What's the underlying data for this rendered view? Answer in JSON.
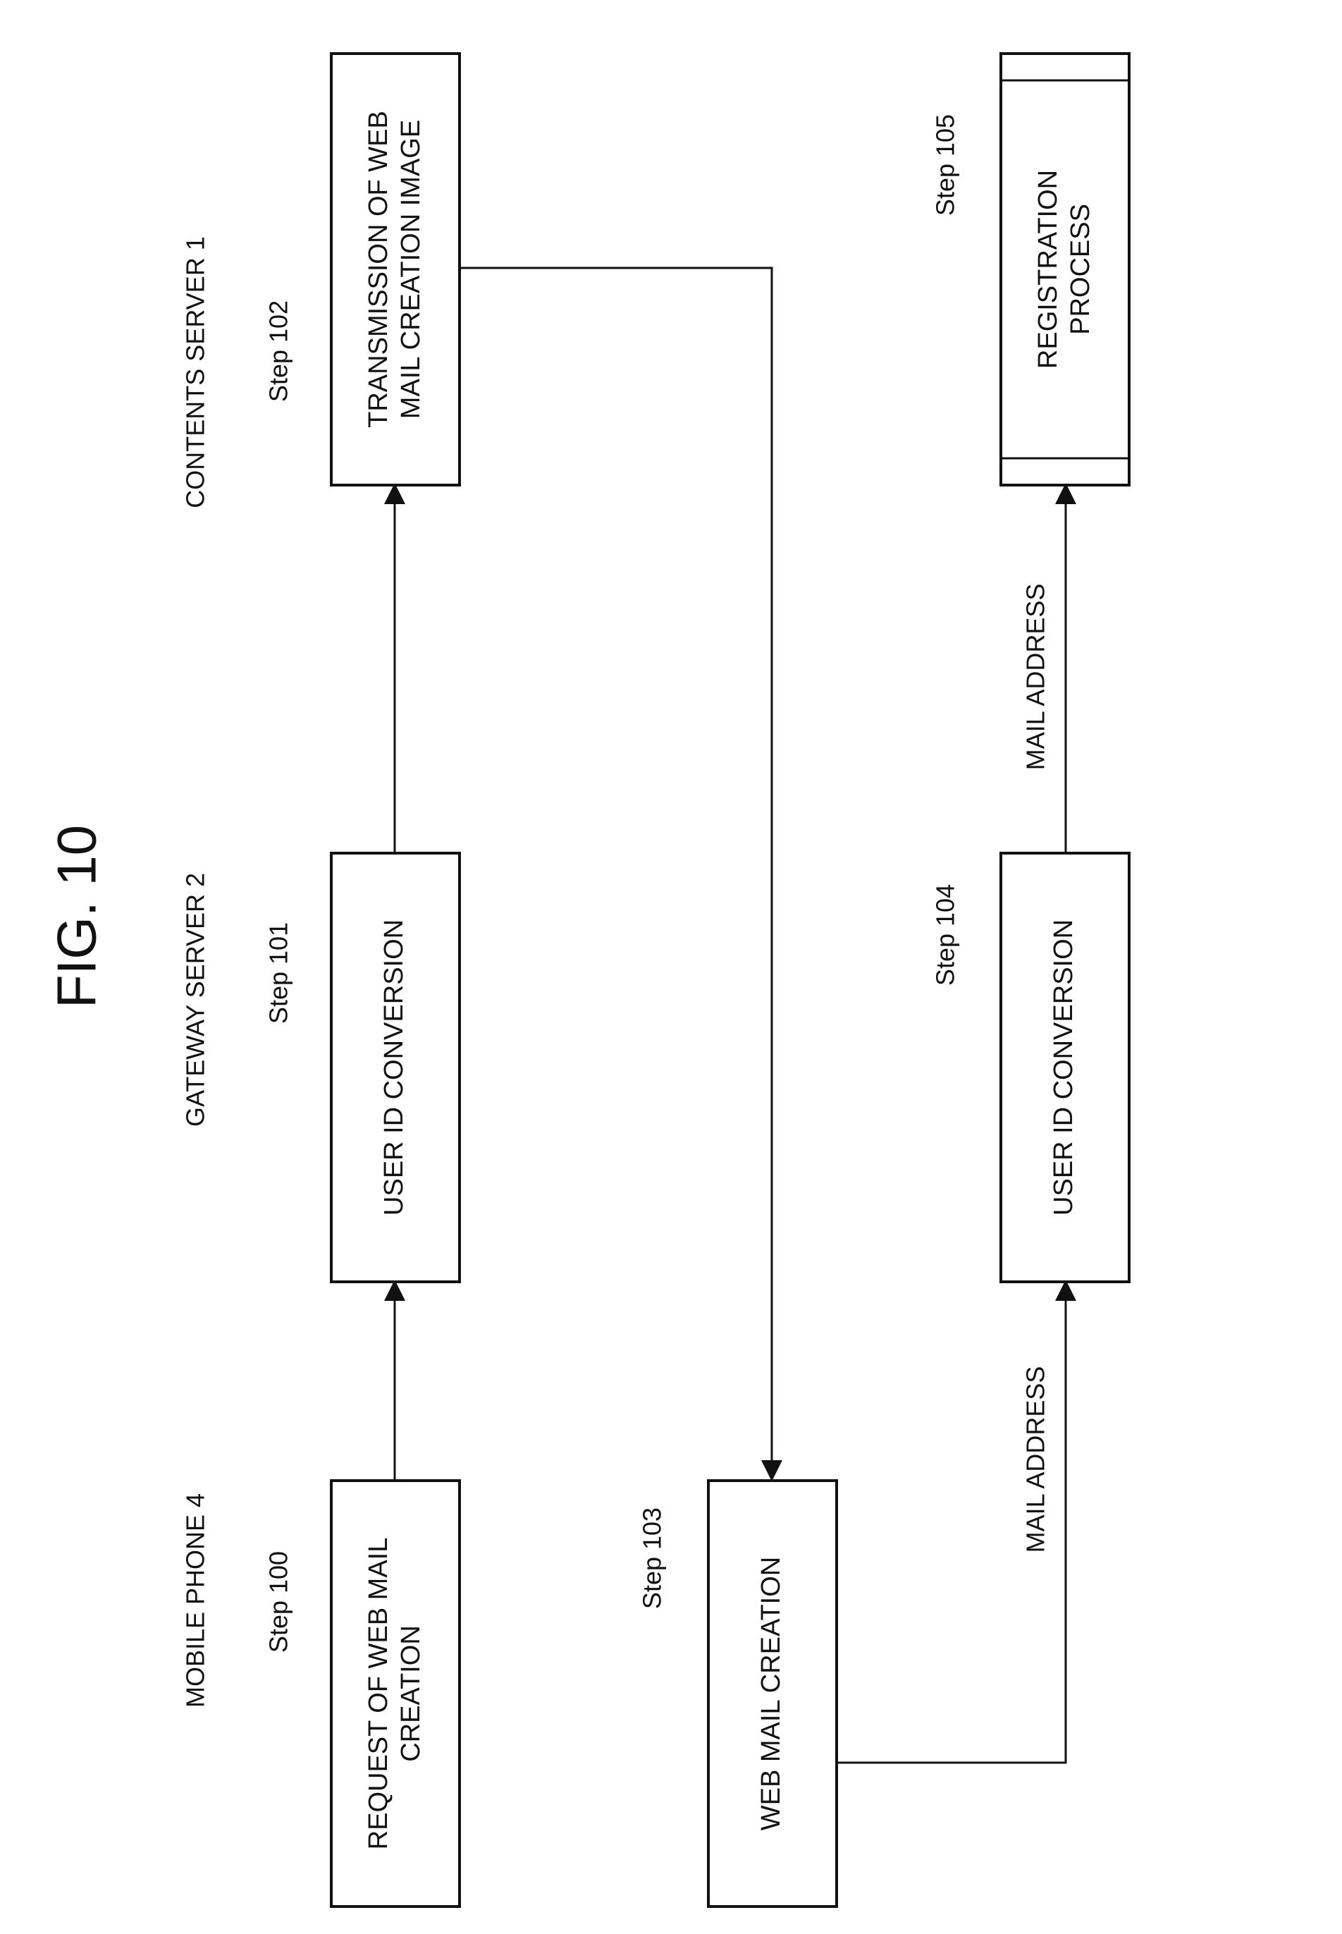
{
  "figure": {
    "title": "FIG. 10",
    "columns": {
      "mobile": "MOBILE PHONE 4",
      "gateway": "GATEWAY SERVER 2",
      "contents": "CONTENTS SERVER 1"
    },
    "steps": {
      "s100": {
        "step": "Step 100",
        "line1": "REQUEST OF WEB MAIL",
        "line2": "CREATION"
      },
      "s101": {
        "step": "Step 101",
        "line1": "USER ID CONVERSION"
      },
      "s102": {
        "step": "Step 102",
        "line1": "TRANSMISSION OF WEB",
        "line2": "MAIL CREATION IMAGE"
      },
      "s103": {
        "step": "Step 103",
        "line1": "WEB MAIL CREATION"
      },
      "s104": {
        "step": "Step 104",
        "line1": "USER ID CONVERSION"
      },
      "s105": {
        "step": "Step 105",
        "line1": "REGISTRATION",
        "line2": "PROCESS"
      }
    },
    "arrow_labels": {
      "mail_address_1": "MAIL ADDRESS",
      "mail_address_2": "MAIL ADDRESS"
    }
  }
}
